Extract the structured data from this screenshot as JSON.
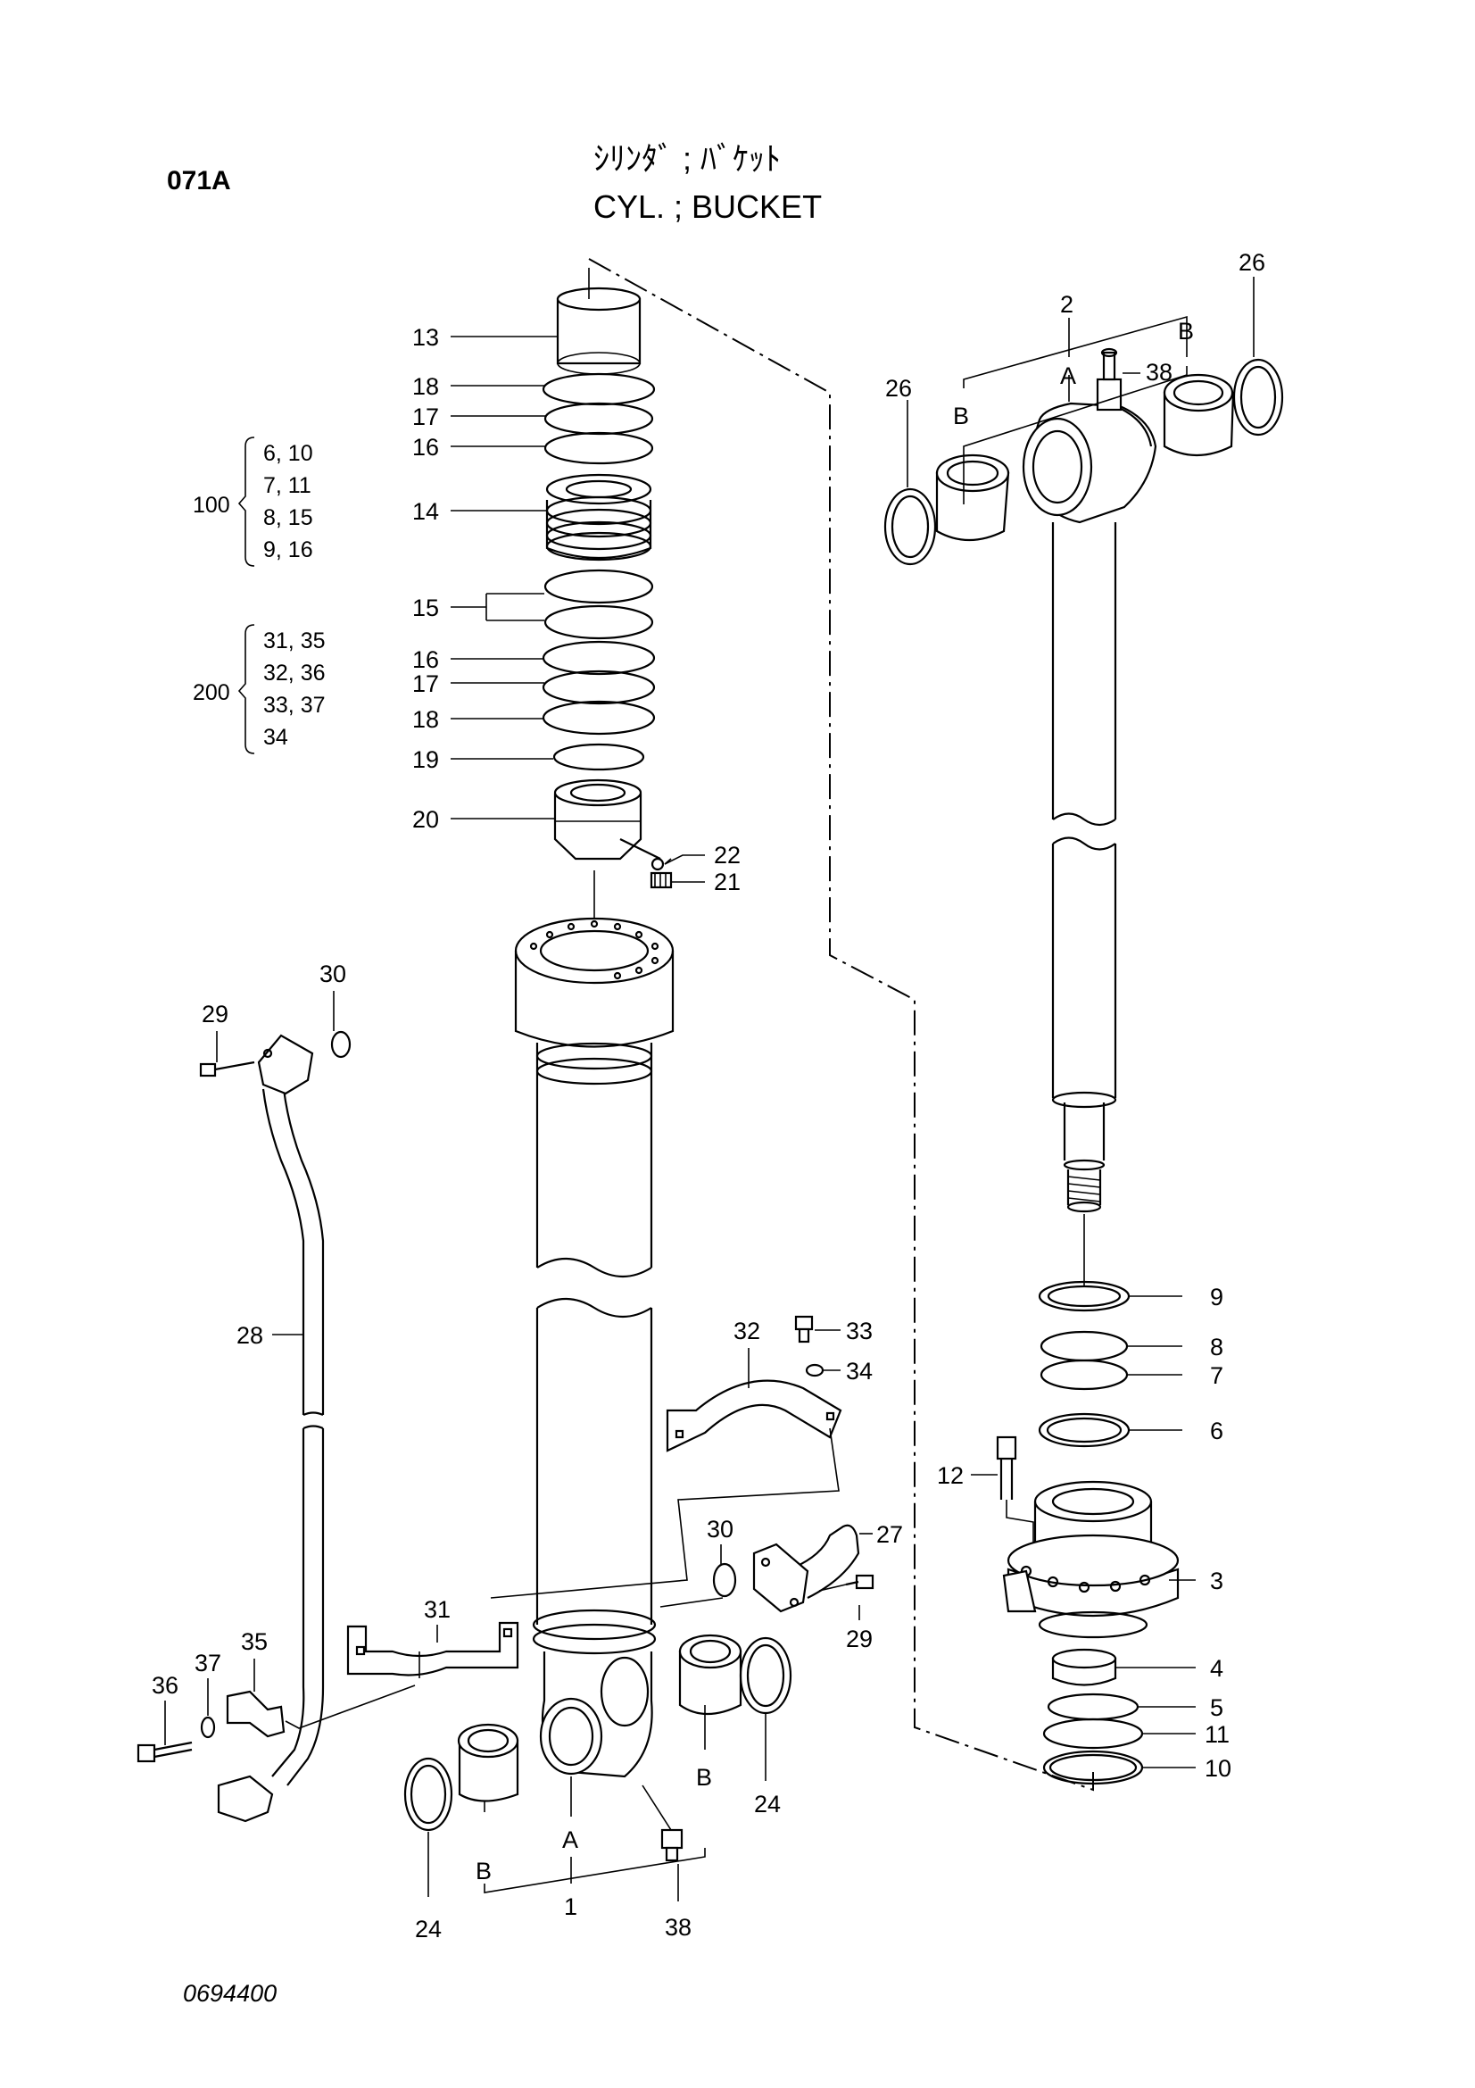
{
  "header": {
    "page_code": "071A",
    "title_japanese": "ｼﾘﾝﾀﾞ ; ﾊﾞｹｯﾄ",
    "title_english": "CYL. ; BUCKET"
  },
  "footer": {
    "drawing_number": "0694400"
  },
  "groups": [
    {
      "id": "100",
      "members": [
        "6, 10",
        "7, 11",
        "8, 15",
        "9, 16"
      ]
    },
    {
      "id": "200",
      "members": [
        "31, 35",
        "32, 36",
        "33, 37",
        "34"
      ]
    }
  ],
  "callouts": {
    "p1": "1",
    "p2": "2",
    "p3": "3",
    "p4": "4",
    "p5": "5",
    "p6": "6",
    "p7": "7",
    "p8": "8",
    "p9": "9",
    "p10": "10",
    "p11": "11",
    "p12": "12",
    "p13": "13",
    "p14": "14",
    "p15": "15",
    "p16a": "16",
    "p16b": "16",
    "p17a": "17",
    "p17b": "17",
    "p18a": "18",
    "p18b": "18",
    "p19": "19",
    "p20": "20",
    "p21": "21",
    "p22": "22",
    "p24a": "24",
    "p24b": "24",
    "p26a": "26",
    "p26b": "26",
    "p27": "27",
    "p28": "28",
    "p29a": "29",
    "p29b": "29",
    "p30a": "30",
    "p30b": "30",
    "p31": "31",
    "p32": "32",
    "p33": "33",
    "p34": "34",
    "p35": "35",
    "p36": "36",
    "p37": "37",
    "p38a": "38",
    "p38b": "38"
  },
  "letters": {
    "a_rod": "A",
    "b_rod_left": "B",
    "b_rod_right": "B",
    "a_tube": "A",
    "b_tube_left": "B",
    "b_tube_right": "B"
  }
}
